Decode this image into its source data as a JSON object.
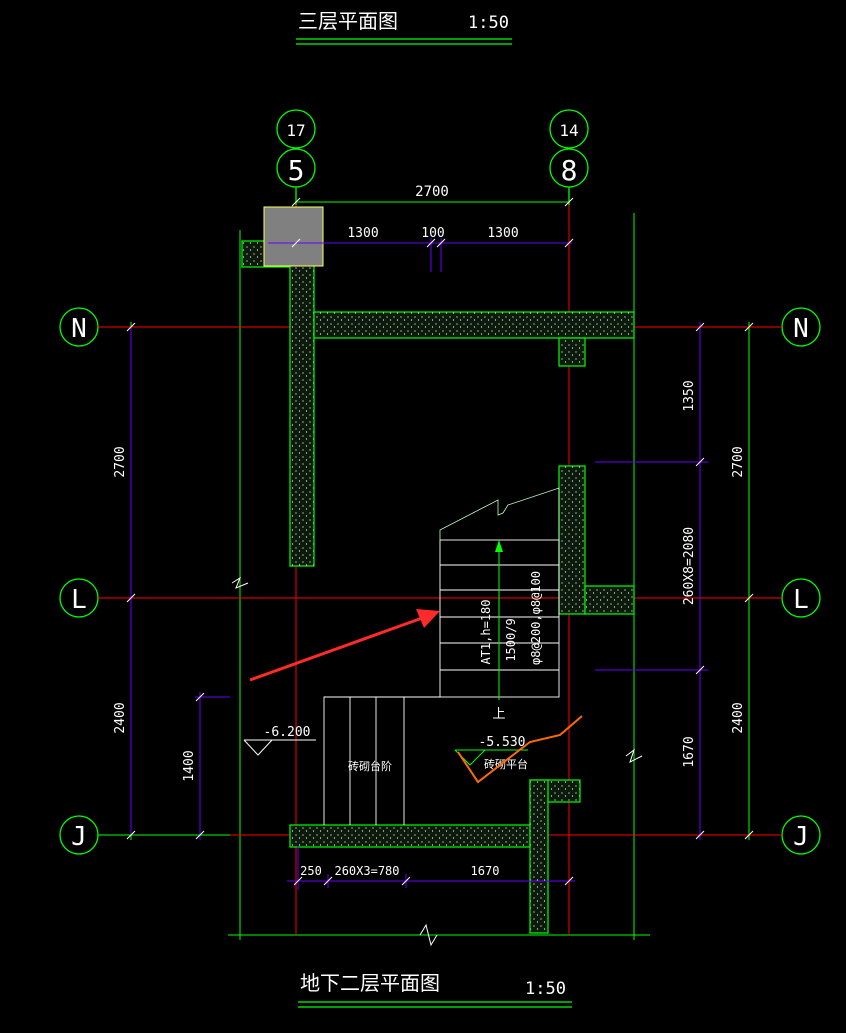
{
  "titles": {
    "top_title": "三层平面图",
    "top_scale": "1:50",
    "bottom_title": "地下二层平面图",
    "bottom_scale": "1:50"
  },
  "axes": {
    "top_left_upper": "17",
    "top_left_lower": "5",
    "top_right_upper": "14",
    "top_right_lower": "8",
    "row_n": "N",
    "row_l": "L",
    "row_j": "J"
  },
  "dimensions": {
    "top_total": "2700",
    "top_seg_1": "1300",
    "top_seg_2": "100",
    "top_seg_3": "1300",
    "left_upper": "2700",
    "left_lower": "2400",
    "left_inner": "1400",
    "right_upper": "2700",
    "right_lower": "2400",
    "right_seg_1": "1350",
    "right_seg_2": "260X8=2080",
    "right_seg_3": "1670",
    "bottom_seg_1": "250",
    "bottom_seg_2": "260X3=780",
    "bottom_seg_3": "1670"
  },
  "labels": {
    "stair_1": "AT1,h=180",
    "stair_2": "1500/9",
    "stair_3": "φ8@200,φ8@100",
    "up_mark": "上",
    "elev_left": "-6.200",
    "elev_right": "-5.530",
    "brick_steps": "砖砌台阶",
    "brick_platform": "砖砌平台"
  },
  "colors": {
    "background": "#000000",
    "axis_line": "#ff0000",
    "grid_green": "#00ff00",
    "dimension": "#6a00ff",
    "wall_fill": "#0c1a0c",
    "arrow": "#ff2a2a",
    "annotation_orange": "#ff6a00",
    "column_fill": "#808080"
  }
}
